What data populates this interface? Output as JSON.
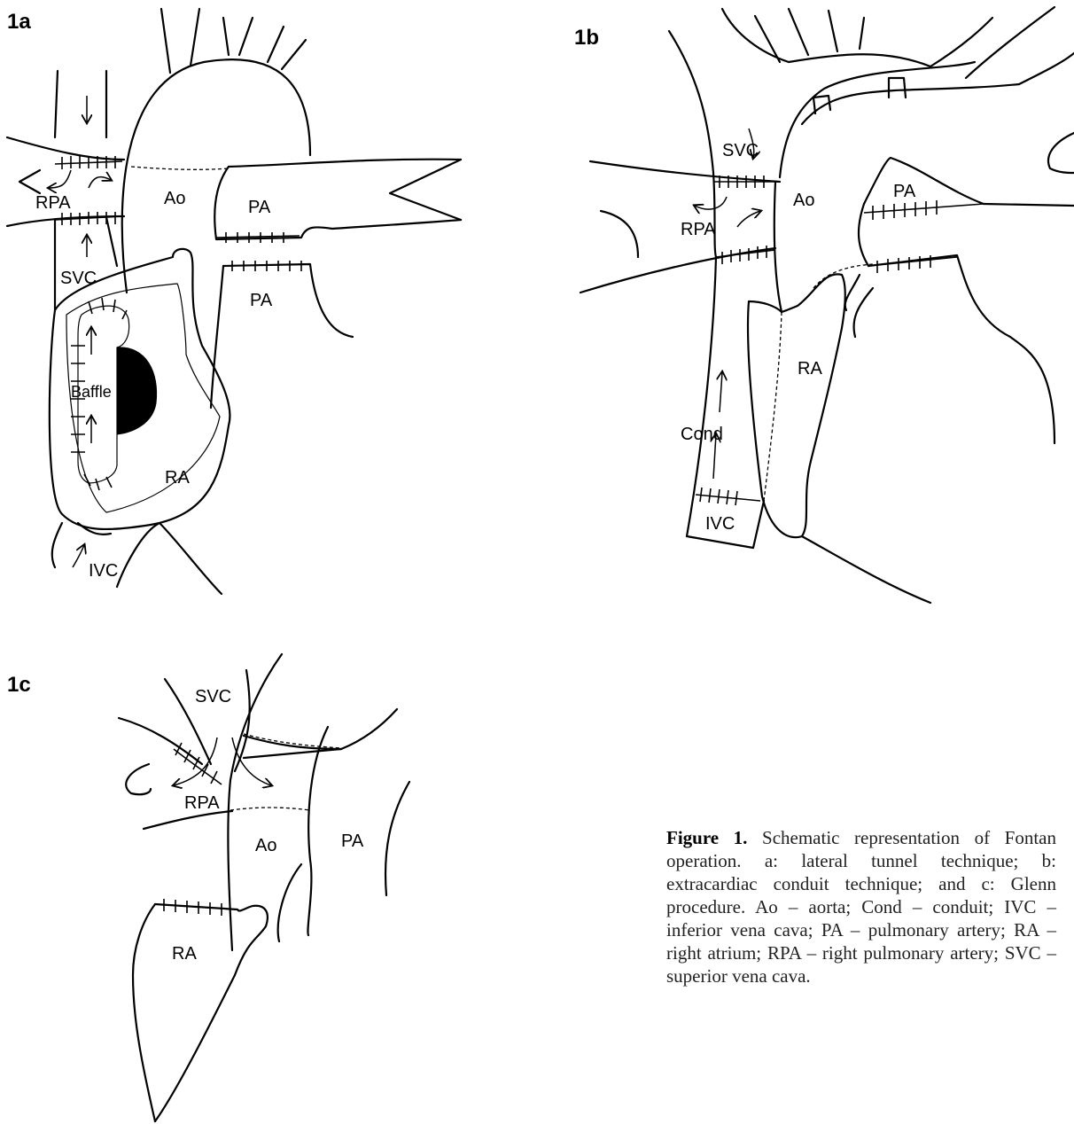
{
  "panels": {
    "a": {
      "label": "1a",
      "structures": {
        "ao": "Ao",
        "pa_upper": "PA",
        "pa_lower": "PA",
        "rpa": "RPA",
        "svc": "SVC",
        "baffle": "Baffle",
        "ra": "RA",
        "ivc": "IVC"
      }
    },
    "b": {
      "label": "1b",
      "structures": {
        "svc": "SVC",
        "ao": "Ao",
        "pa": "PA",
        "rpa": "RPA",
        "ra": "RA",
        "cond": "Cond",
        "ivc": "IVC"
      }
    },
    "c": {
      "label": "1c",
      "structures": {
        "svc": "SVC",
        "rpa": "RPA",
        "ao": "Ao",
        "pa": "PA",
        "ra": "RA"
      }
    }
  },
  "caption": {
    "title": "Figure 1.",
    "text": "Schematic representation of Fontan operation. a: lateral tunnel technique; b: extracardiac conduit technique; and c: Glenn procedure. Ao – aorta; Cond – conduit; IVC – inferior vena cava; PA – pulmonary artery; RA – right atrium; RPA – right pulmonary artery; SVC – superior vena cava."
  }
}
